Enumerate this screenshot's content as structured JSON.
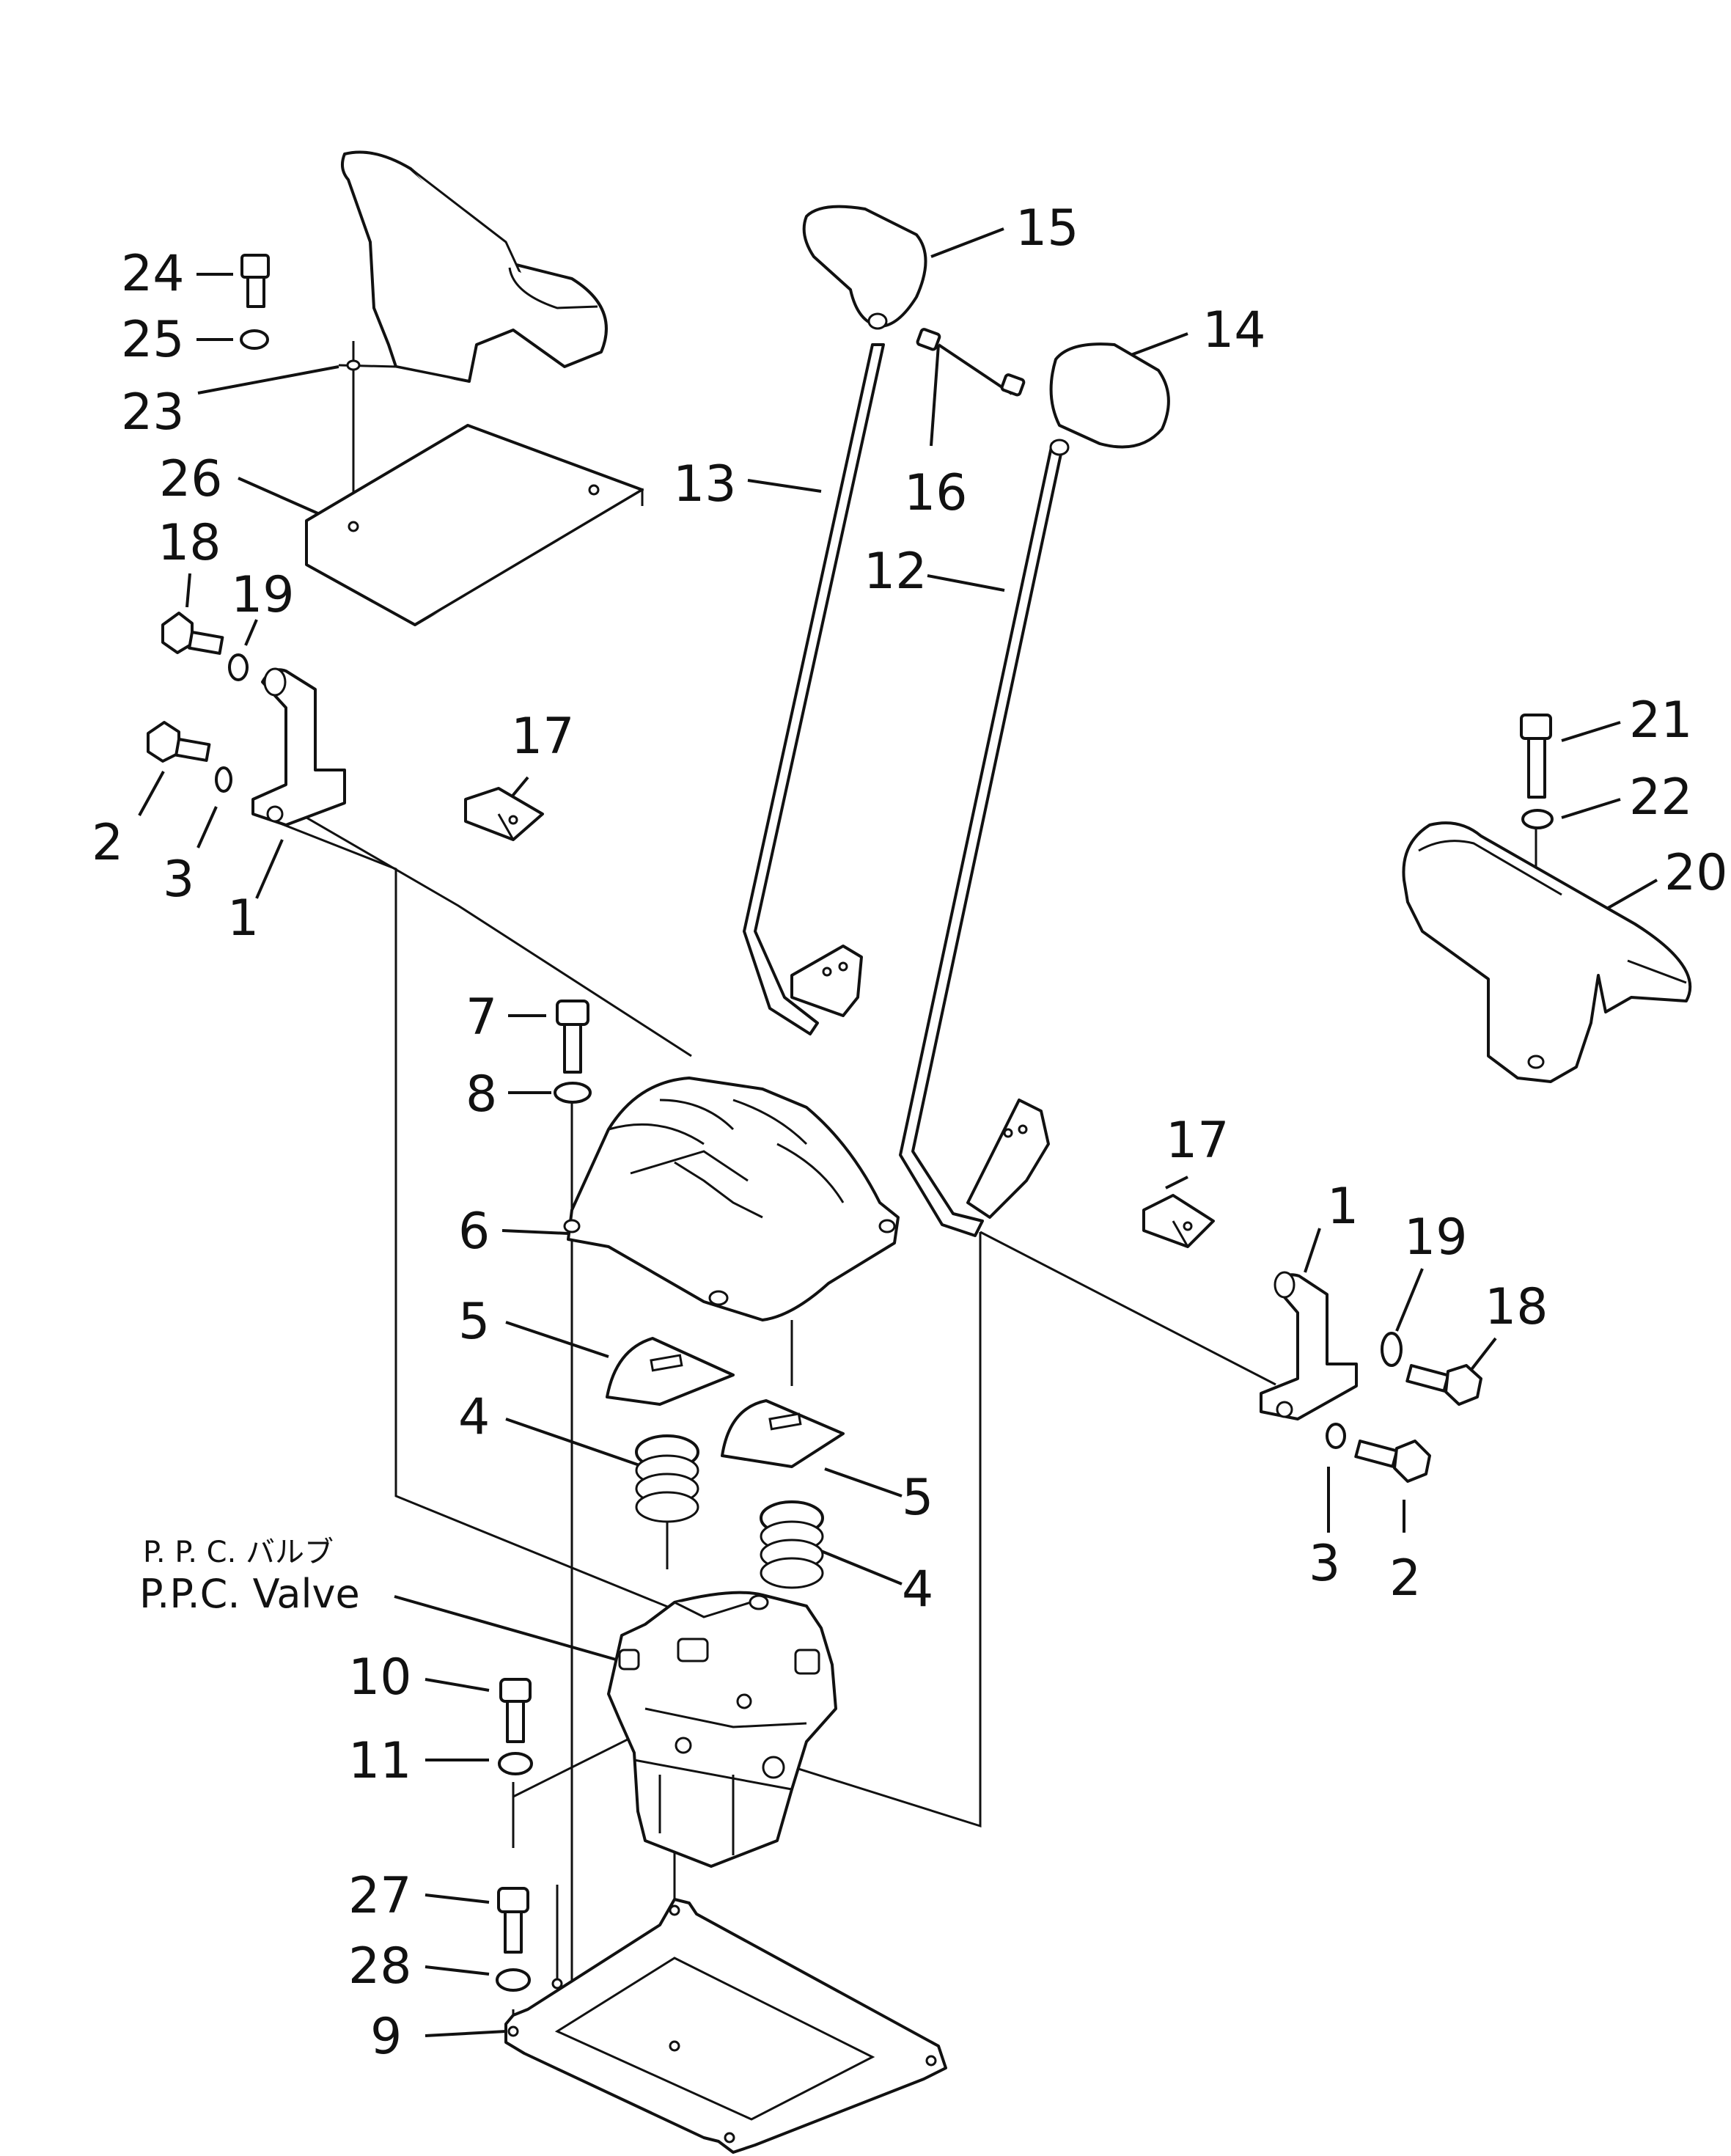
{
  "diagram": {
    "valve_label_jp": "P. P. C. バルブ",
    "valve_label_en": "P.P.C. Valve",
    "callouts": [
      {
        "id": "c-24",
        "text": "24"
      },
      {
        "id": "c-25",
        "text": "25"
      },
      {
        "id": "c-23",
        "text": "23"
      },
      {
        "id": "c-26",
        "text": "26"
      },
      {
        "id": "c-18a",
        "text": "18"
      },
      {
        "id": "c-19a",
        "text": "19"
      },
      {
        "id": "c-2a",
        "text": "2"
      },
      {
        "id": "c-3a",
        "text": "3"
      },
      {
        "id": "c-1a",
        "text": "1"
      },
      {
        "id": "c-17a",
        "text": "17"
      },
      {
        "id": "c-15",
        "text": "15"
      },
      {
        "id": "c-14",
        "text": "14"
      },
      {
        "id": "c-13",
        "text": "13"
      },
      {
        "id": "c-16",
        "text": "16"
      },
      {
        "id": "c-12",
        "text": "12"
      },
      {
        "id": "c-21",
        "text": "21"
      },
      {
        "id": "c-22",
        "text": "22"
      },
      {
        "id": "c-20",
        "text": "20"
      },
      {
        "id": "c-7",
        "text": "7"
      },
      {
        "id": "c-8",
        "text": "8"
      },
      {
        "id": "c-6",
        "text": "6"
      },
      {
        "id": "c-5a",
        "text": "5"
      },
      {
        "id": "c-4a",
        "text": "4"
      },
      {
        "id": "c-5b",
        "text": "5"
      },
      {
        "id": "c-4b",
        "text": "4"
      },
      {
        "id": "c-17b",
        "text": "17"
      },
      {
        "id": "c-1b",
        "text": "1"
      },
      {
        "id": "c-19b",
        "text": "19"
      },
      {
        "id": "c-18b",
        "text": "18"
      },
      {
        "id": "c-3b",
        "text": "3"
      },
      {
        "id": "c-2b",
        "text": "2"
      },
      {
        "id": "c-10",
        "text": "10"
      },
      {
        "id": "c-11",
        "text": "11"
      },
      {
        "id": "c-27",
        "text": "27"
      },
      {
        "id": "c-28",
        "text": "28"
      },
      {
        "id": "c-9",
        "text": "9"
      }
    ]
  }
}
